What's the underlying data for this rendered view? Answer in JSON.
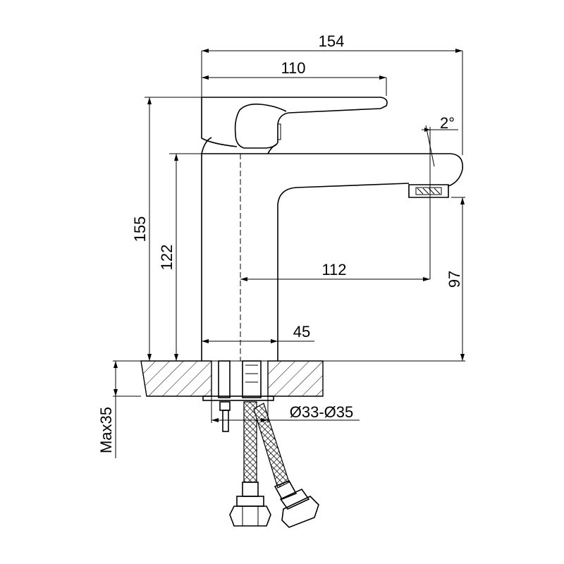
{
  "dimensions": {
    "overall_length": "154",
    "handle_length": "110",
    "spout_angle": "2°",
    "overall_height": "155",
    "body_height": "122",
    "spout_reach": "112",
    "outlet_height": "97",
    "body_diameter": "45",
    "hole_diameter": "Ø33-Ø35",
    "max_counter_thickness": "Max35"
  }
}
